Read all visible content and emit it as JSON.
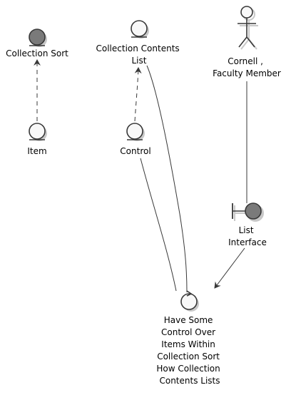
{
  "nodes": {
    "collection_sort": {
      "type": "entity",
      "filled": true,
      "label": [
        "Collection Sort"
      ]
    },
    "collection_contents_list": {
      "type": "entity",
      "filled": false,
      "label": [
        "Collection Contents",
        "List"
      ]
    },
    "faculty_member": {
      "type": "actor",
      "label": [
        "Cornell ,",
        "Faculty Member"
      ]
    },
    "item": {
      "type": "entity",
      "filled": false,
      "label": [
        "Item"
      ]
    },
    "control": {
      "type": "entity",
      "filled": false,
      "label": [
        "Control"
      ]
    },
    "list_interface": {
      "type": "boundary",
      "filled": true,
      "label": [
        "List",
        "Interface"
      ]
    },
    "use_case": {
      "type": "control",
      "filled": false,
      "label": [
        "Have Some",
        "Control Over",
        "Items Within",
        "Collection Sort",
        "How Collection",
        "Contents Lists"
      ]
    }
  },
  "edges": [
    {
      "from": "item",
      "to": "collection_sort",
      "style": "dashed",
      "arrow": true
    },
    {
      "from": "control",
      "to": "collection_contents_list",
      "style": "dashed",
      "arrow": true
    },
    {
      "from": "collection_contents_list",
      "to": "use_case",
      "style": "solid",
      "arrow": false
    },
    {
      "from": "control",
      "to": "use_case",
      "style": "solid",
      "arrow": false
    },
    {
      "from": "faculty_member",
      "to": "list_interface",
      "style": "solid",
      "arrow": false
    },
    {
      "from": "list_interface",
      "to": "use_case",
      "style": "solid",
      "arrow": true
    }
  ],
  "colors": {
    "stroke": "#383838",
    "filled": "#7a7a7a",
    "empty": "#f8f8f8",
    "shadow": "#c8c8c8"
  }
}
